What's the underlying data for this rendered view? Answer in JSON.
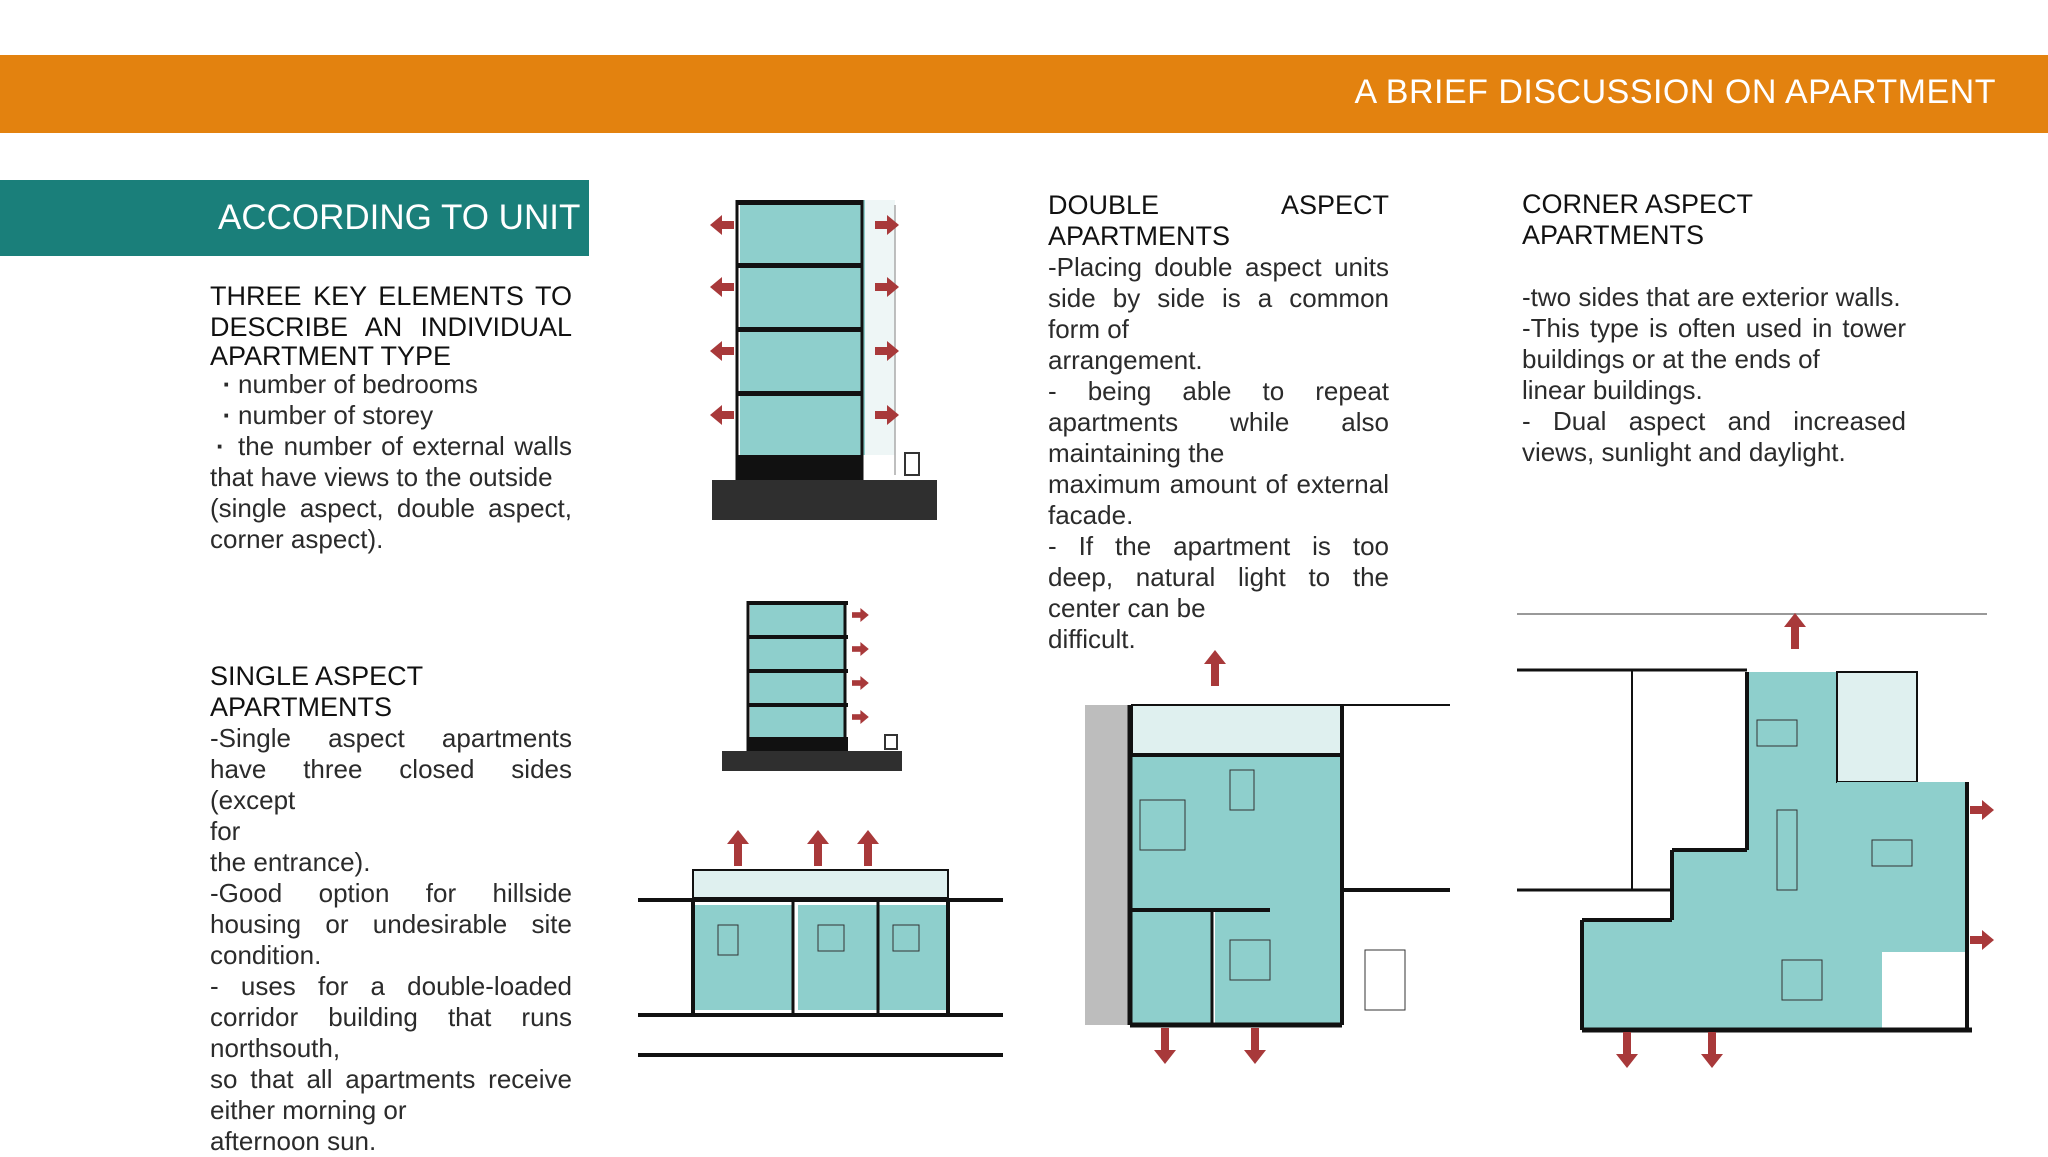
{
  "header": {
    "title": "A BRIEF DISCUSSION ON APARTMENT",
    "accent": "#e3820f"
  },
  "section": {
    "label": "ACCORDING TO UNIT",
    "accent": "#1a7f7a"
  },
  "intro": {
    "heading_lines": [
      "THREE KEY ELEMENTS TO",
      "DESCRIBE AN INDIVIDUAL",
      "APARTMENT TYPE"
    ],
    "bullets": [
      "number of bedrooms",
      "number of storey",
      "the number of external walls"
    ],
    "body_lines": [
      "that have views to the outside",
      "(single aspect, double aspect,",
      "corner aspect)."
    ]
  },
  "single": {
    "heading": "SINGLE ASPECT APARTMENTS",
    "lines": [
      "-Single aspect apartments",
      "have three closed sides (except",
      "for",
      "the entrance).",
      "-Good option for hillside",
      "housing or undesirable site",
      "condition.",
      "- uses for a double-loaded",
      "corridor building that runs",
      "northsouth,",
      "so that all apartments receive",
      "either morning or",
      "afternoon sun."
    ]
  },
  "double": {
    "heading_lines": [
      "DOUBLE ASPECT",
      "APARTMENTS"
    ],
    "lines": [
      "-Placing double aspect units",
      "side by side is a common",
      "form of",
      "arrangement.",
      "- being able to repeat",
      "apartments while also",
      "maintaining the",
      "maximum amount of external",
      "facade.",
      "- If the apartment is too",
      "deep, natural light to the",
      "center can be",
      "difficult."
    ]
  },
  "corner": {
    "heading": "CORNER ASPECT APARTMENTS",
    "lines": [
      "-two sides that are exterior walls.",
      "-This type is often used in tower",
      "buildings or at the ends of",
      "linear buildings.",
      "- Dual aspect and increased",
      "views, sunlight and daylight."
    ]
  },
  "drawings": {
    "fill": "#8ecfcc",
    "arrow": "#a8393a",
    "icons": [
      "double-aspect-section-drawing",
      "single-aspect-section-drawing",
      "single-aspect-plan-drawing",
      "double-aspect-plan-drawing",
      "corner-aspect-plan-drawing"
    ]
  }
}
